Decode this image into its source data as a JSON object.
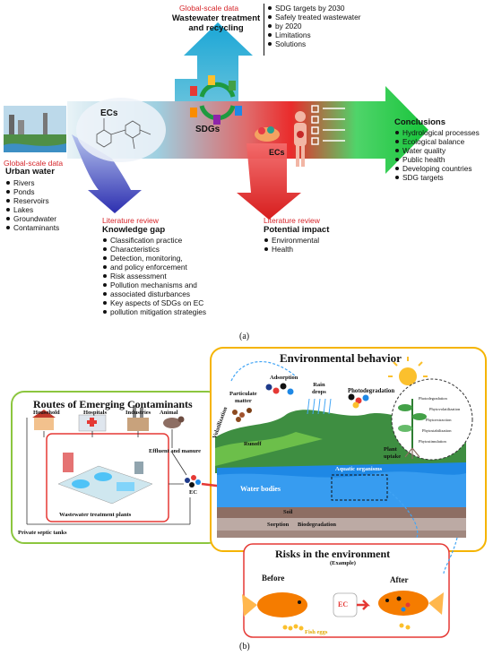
{
  "part_a": {
    "urban": {
      "caption": "Global-scale data",
      "title": "Urban water",
      "items": [
        "Rivers",
        "Ponds",
        "Reservoirs",
        "Lakes",
        "Groundwater",
        "Contaminants"
      ]
    },
    "ecs_label": "ECs",
    "sdgs_label": "SDGs",
    "ecs_label2": "ECs",
    "wastewater": {
      "caption": "Global-scale data",
      "title_line1": "Wastewater treatment",
      "title_line2": "and recycling",
      "items": [
        "SDG targets by 2030",
        "Safely treated wastewater",
        "by 2020",
        "Limitations",
        "Solutions"
      ]
    },
    "knowledge": {
      "caption": "Literature review",
      "title": "Knowledge gap",
      "items": [
        "Classification practice",
        "Characteristics",
        "Detection, monitoring,",
        "and policy enforcement",
        "Risk assessment",
        "Pollution mechanisms and",
        "associated disturbances",
        "Key aspects of SDGs on EC",
        "pollution mitigation strategies"
      ]
    },
    "impact": {
      "caption": "Literature review",
      "title": "Potential impact",
      "items": [
        "Environmental",
        "Health"
      ]
    },
    "conclusions": {
      "title": "Conclusions",
      "items": [
        "Hydrological processes",
        "Ecological balance",
        "Water quality",
        "Public health",
        "Developing countries",
        "SDG targets"
      ]
    },
    "label": "(a)"
  },
  "part_b": {
    "routes": {
      "title": "Routes of Emerging Contaminants",
      "household": "Household",
      "hospitals": "Hospitals",
      "industries": "Industries",
      "animal": "Animal",
      "effluent": "Effluent and manure",
      "wwtp": "Wastewater treatment plants",
      "septic": "Private septic tanks",
      "ec": "EC"
    },
    "env": {
      "title": "Environmental behavior",
      "adsorption": "Adsorption",
      "particulate1": "Particulate",
      "particulate2": "matter",
      "rain1": "Rain",
      "rain2": "drops",
      "photodeg": "Photodegradation",
      "volatilization": "Volatilization",
      "runoff": "Runoff",
      "plant1": "Plant",
      "plant2": "uptake",
      "aquatic": "Aquatic organisms",
      "water_bodies": "Water bodies",
      "soil": "Soil",
      "sorption": "Sorption",
      "biodeg": "Biodegradation",
      "phyto": [
        "Photodegradation",
        "Phytovolatilization",
        "Phytoextraction",
        "Phytostabilization",
        "Phytostimulation"
      ]
    },
    "risks": {
      "title": "Risks in the environment",
      "subtitle": "(Example)",
      "before": "Before",
      "after": "After",
      "fish_eggs": "Fish eggs",
      "ec": "EC"
    },
    "label": "(b)"
  }
}
